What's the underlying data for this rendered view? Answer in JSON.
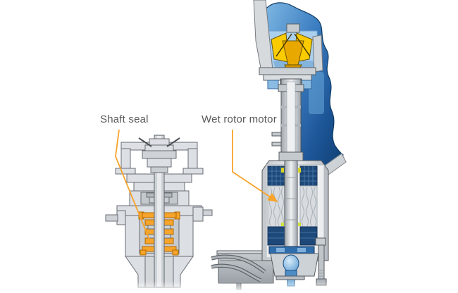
{
  "figure": {
    "background_color": "#ffffff",
    "callouts": {
      "line_color": "#f7a42a",
      "text_color": "#58595b",
      "shaft_seal": {
        "label": "Shaft seal"
      },
      "wet_rotor_motor": {
        "label": "Wet rotor motor"
      }
    },
    "diagrams": [
      {
        "id": "pump-with-mechanical-shaft-seal",
        "highlight_color": "#f7a42a",
        "body_color": "#dcdfe3",
        "line_color": "#696e74"
      },
      {
        "id": "wet-rotor-motor-pump",
        "colors": {
          "pipe_blue_dark": "#0e3a68",
          "pipe_blue_light": "#7fb8e4",
          "interior_blue": "#abd0ee",
          "impeller_yellow": "#f9cb00",
          "winding_blue": "#1d4878",
          "bearing_blue": "#2e6cab",
          "metal_gray": "#c9ced3"
        }
      }
    ]
  }
}
